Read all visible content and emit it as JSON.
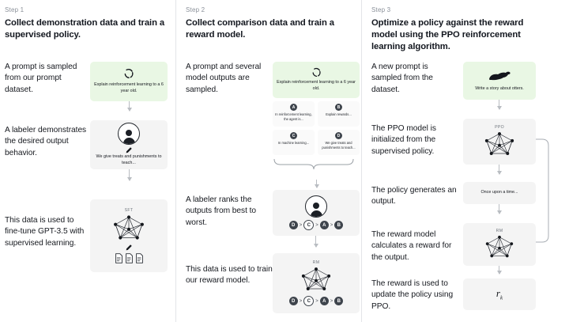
{
  "meta": {
    "title": "Reinforcement Learning from Human Feedback — three step training diagram",
    "accent_green": "#e9f7e4",
    "card_gray": "#f4f4f4",
    "text_color": "#13171f",
    "muted_color": "#8a9099",
    "divider_color": "#e3e5e8"
  },
  "columns": [
    {
      "step_label": "Step 1",
      "title": "Collect demonstration data and train a supervised policy.",
      "rows": [
        {
          "caption": "A prompt is sampled from our prompt dataset.",
          "card": {
            "style": "green",
            "icon": "recycle-arrows-icon",
            "text": "Explain reinforcement learning to a 6 year old.",
            "tag": ""
          }
        },
        {
          "caption": "A labeler demonstrates the desired output behavior.",
          "card": {
            "style": "gray",
            "icon": "labeler-person-icon",
            "text": "We give treats and punishments to teach...",
            "tag": ""
          }
        },
        {
          "caption": "This data is used to fine-tune GPT-3.5 with supervised learning.",
          "card": {
            "style": "gray",
            "icon": "neural-network-icon",
            "text": "",
            "tag": "SFT"
          }
        }
      ]
    },
    {
      "step_label": "Step 2",
      "title": "Collect comparison data and train a reward model.",
      "rows": [
        {
          "caption": "A prompt and several model outputs are sampled.",
          "card": {
            "style": "green",
            "icon": "recycle-arrows-icon",
            "text": "Explain reinforcement learning to a 6 year old.",
            "tag": ""
          }
        },
        {
          "caption": "",
          "options": [
            {
              "letter": "A",
              "text": "In reinforcement learning, the agent is..."
            },
            {
              "letter": "B",
              "text": "Explain rewards..."
            },
            {
              "letter": "C",
              "text": "In machine learning..."
            },
            {
              "letter": "D",
              "text": "We give treats and punishments to teach..."
            }
          ]
        },
        {
          "caption": "A labeler ranks the outputs from best to worst.",
          "card": {
            "style": "gray",
            "icon": "labeler-person-icon",
            "text": "",
            "tag": ""
          },
          "ranking": [
            "D",
            "C",
            "A",
            "B"
          ],
          "ranking_separator": ">"
        },
        {
          "caption": "This data is used to train our reward model.",
          "card": {
            "style": "gray",
            "icon": "neural-network-icon",
            "text": "",
            "tag": "RM"
          },
          "ranking": [
            "D",
            "C",
            "A",
            "B"
          ],
          "ranking_separator": ">"
        }
      ]
    },
    {
      "step_label": "Step 3",
      "title": "Optimize a policy against the reward model using the PPO reinforcement learning algorithm.",
      "rows": [
        {
          "caption": "A new prompt is sampled from the dataset.",
          "card": {
            "style": "green",
            "icon": "otter-icon",
            "text": "Write a story about otters.",
            "tag": ""
          }
        },
        {
          "caption": "The PPO model is initialized from the supervised policy.",
          "card": {
            "style": "gray",
            "icon": "neural-network-icon",
            "text": "",
            "tag": "PPO"
          }
        },
        {
          "caption": "The policy generates an output.",
          "card": {
            "style": "gray",
            "icon": "",
            "text": "Once upon a time...",
            "tag": ""
          }
        },
        {
          "caption": "The reward model calculates a reward for the output.",
          "card": {
            "style": "gray",
            "icon": "neural-network-icon",
            "text": "",
            "tag": "RM"
          }
        },
        {
          "caption": "The reward is used to update the policy using PPO.",
          "card": {
            "style": "gray",
            "icon": "reward-formula-icon",
            "formula_base": "r",
            "formula_sub": "k",
            "text": "",
            "tag": ""
          }
        }
      ]
    }
  ]
}
